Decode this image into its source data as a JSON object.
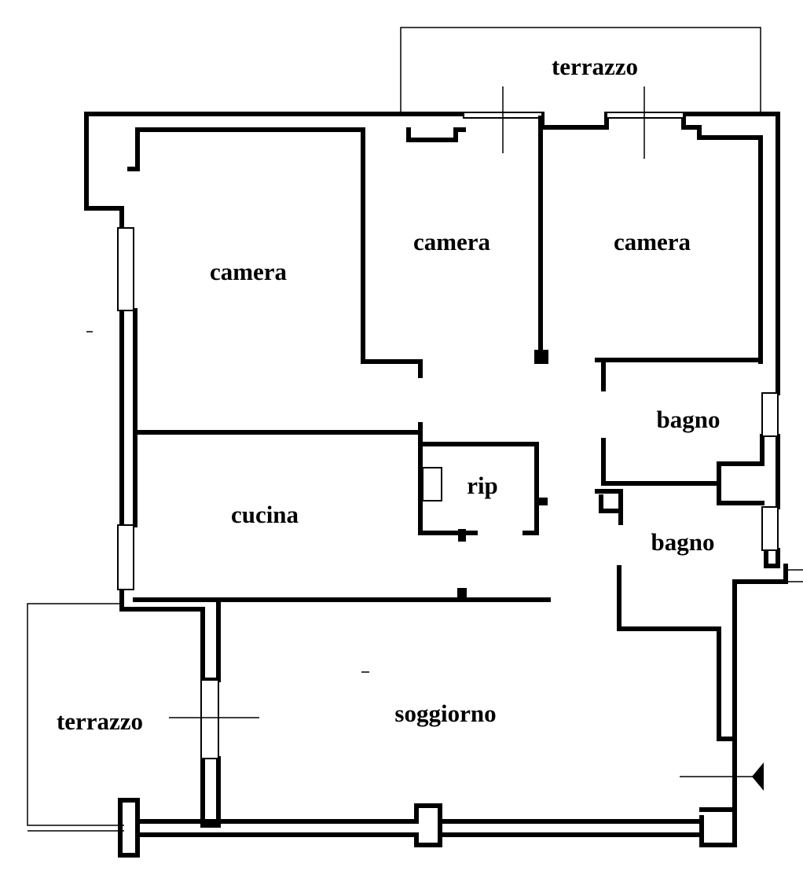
{
  "rooms": {
    "terrazzo_top": "terrazzo",
    "camera_left": "camera",
    "camera_center": "camera",
    "camera_right": "camera",
    "bagno_upper": "bagno",
    "rip": "rip",
    "cucina": "cucina",
    "bagno_lower": "bagno",
    "terrazzo_left": "terrazzo",
    "soggiorno": "soggiorno"
  }
}
